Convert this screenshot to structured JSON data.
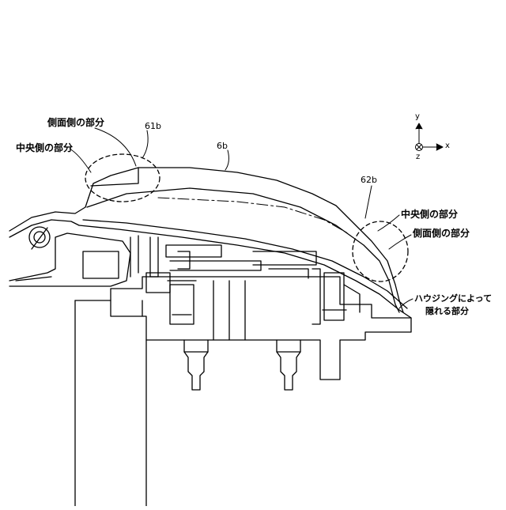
{
  "labels": {
    "side_part_left": "側面側の部分",
    "center_part_left": "中央側の部分",
    "ref_61b": "61b",
    "ref_6b": "6b",
    "ref_62b": "62b",
    "center_part_right": "中央側の部分",
    "side_part_right": "側面側の部分",
    "hidden_line1": "ハウジングによって",
    "hidden_line2": "隠れる部分"
  },
  "axes": {
    "y": "y",
    "x": "x",
    "z": "z"
  },
  "colors": {
    "line": "#000000",
    "background": "#ffffff"
  }
}
